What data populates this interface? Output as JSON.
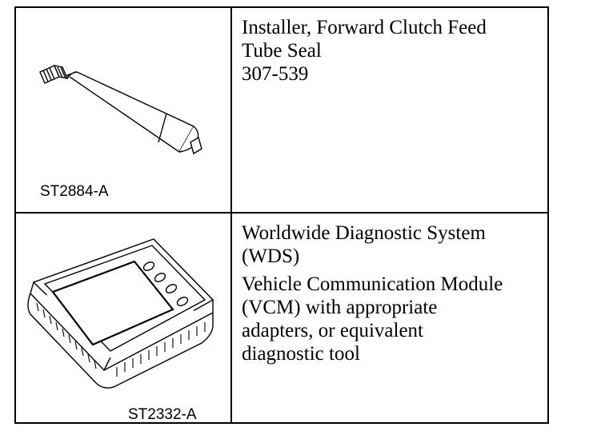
{
  "rows": [
    {
      "image_code": "ST2884-A",
      "title_lines": [
        "Installer, Forward Clutch Feed",
        "Tube Seal"
      ],
      "part_number": "307-539"
    },
    {
      "image_code": "ST2332-A",
      "paragraph1_lines": [
        "Worldwide Diagnostic System",
        "(WDS)"
      ],
      "paragraph2_lines": [
        "Vehicle Communication Module",
        "(VCM) with appropriate",
        "adapters, or equivalent",
        "diagnostic tool"
      ]
    }
  ]
}
